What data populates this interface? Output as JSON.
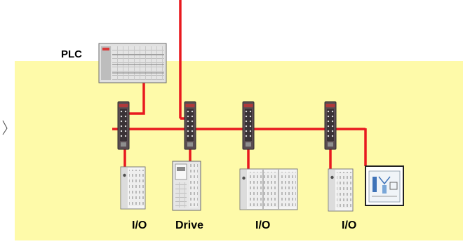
{
  "labels": {
    "plc": "PLC",
    "io_1": "I/O",
    "drive": "Drive",
    "io_2": "I/O",
    "io_3": "I/O"
  },
  "colors": {
    "network_zone": "#fefaa9",
    "cable": "#e8191f",
    "switch_body": "#5a4d52",
    "device_body": "#e7e7e7"
  },
  "icons": {
    "controller": "plc-rack-icon",
    "switch": "ethernet-switch-icon",
    "io_module": "io-module-icon",
    "drive": "drive-cabinet-icon",
    "hmi": "hmi-panel-icon"
  }
}
